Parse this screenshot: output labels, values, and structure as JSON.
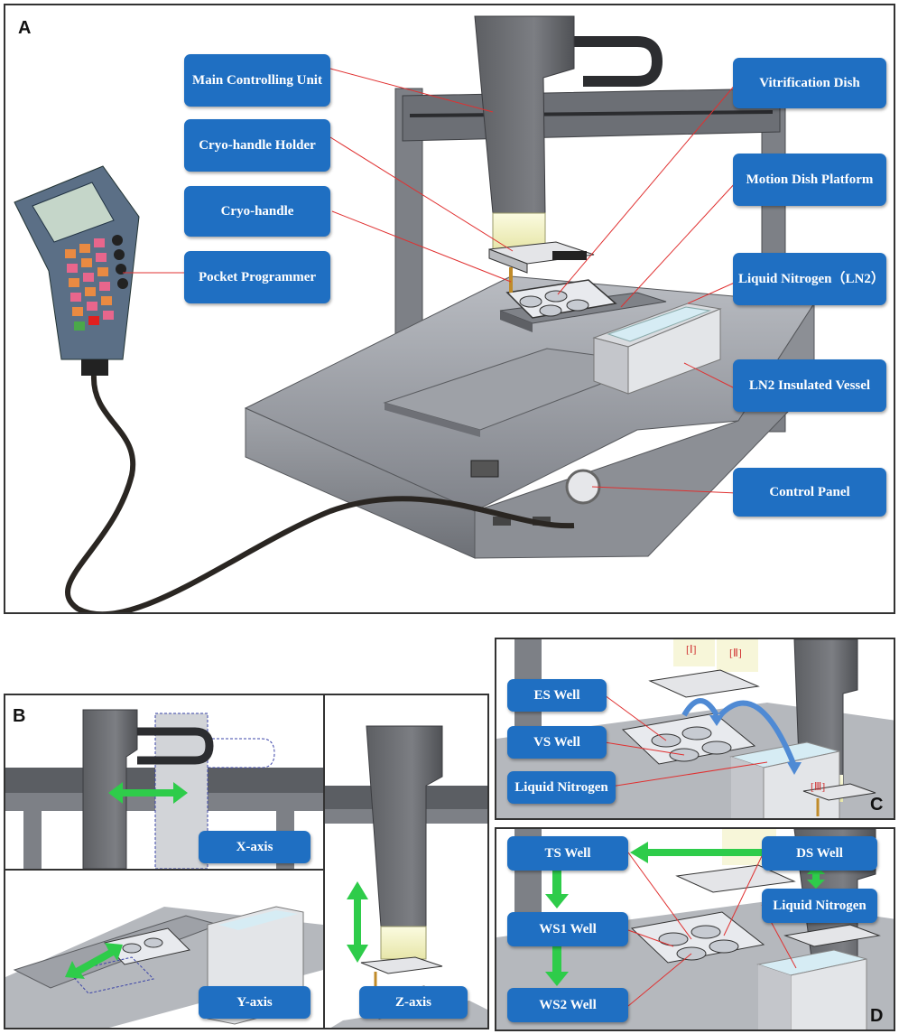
{
  "panel_a": {
    "label": "A",
    "callouts": {
      "main_controlling_unit": "Main Controlling Unit",
      "cryo_handle_holder": "Cryo-handle Holder",
      "cryo_handle": "Cryo-handle",
      "pocket_programmer": "Pocket Programmer",
      "vitrification_dish": "Vitrification Dish",
      "motion_dish_platform": "Motion Dish Platform",
      "liquid_nitrogen": "Liquid Nitrogen（LN2）",
      "ln2_insulated_vessel": "LN2 Insulated Vessel",
      "control_panel": "Control Panel"
    }
  },
  "panel_b": {
    "label": "B",
    "x_axis": "X-axis",
    "y_axis": "Y-axis",
    "z_axis": "Z-axis"
  },
  "panel_c": {
    "label": "C",
    "es_well": "ES Well",
    "vs_well": "VS Well",
    "liquid_nitrogen": "Liquid Nitrogen",
    "step_1": "[Ⅰ]",
    "step_2": "[Ⅱ]",
    "step_3": "[Ⅲ]"
  },
  "panel_d": {
    "label": "D",
    "ts_well": "TS Well",
    "ws1_well": "WS1 Well",
    "ws2_well": "WS2 Well",
    "ds_well": "DS Well",
    "liquid_nitrogen": "Liquid Nitrogen"
  },
  "colors": {
    "callout": "#1f6fc2",
    "arrow": "#2ecc4a",
    "machine": "#6e7075",
    "frame": "#8a8d93",
    "leader": "#e03030"
  }
}
